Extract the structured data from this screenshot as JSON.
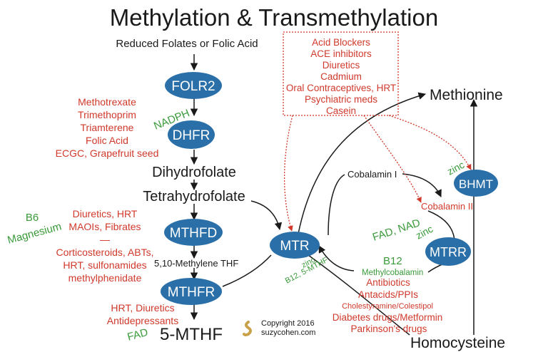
{
  "title": "Methylation & Transmethylation",
  "pathway": {
    "start": "Reduced Folates or Folic Acid",
    "dihydrofolate": "Dihydrofolate",
    "tetrahydrofolate": "Tetrahydrofolate",
    "methylene_thf": "5,10-Methylene THF",
    "mthf": "5-MTHF",
    "methionine": "Methionine",
    "homocysteine": "Homocysteine",
    "cobalamin_1": "Cobalamin I",
    "cobalamin_2": "Cobalamin II"
  },
  "enzymes": {
    "folr2": "FOLR2",
    "dhfr": "DHFR",
    "mthfd": "MTHFD",
    "mthfr": "MTHFR",
    "mtr": "MTR",
    "mtrr": "MTRR",
    "bhmt": "BHMT"
  },
  "cofactors": {
    "nadph": "NADPH",
    "b6": "B6",
    "magnesium": "Magnesium",
    "fad_mthfr": "FAD",
    "mtr_line1": "zinc,",
    "mtr_line2": "B12, 5-MTHF",
    "fad_nad": "FAD, NAD",
    "zinc_mtrr": "zinc",
    "zinc_bhmt": "zinc",
    "b12": "B12",
    "methylcobalamin": "Methylcobalamin"
  },
  "inhibitors": {
    "dhfr": [
      "Methotrexate",
      "Trimethoprim",
      "Triamterene",
      "Folic Acid",
      "ECGC, Grapefruit seed"
    ],
    "mthfd": [
      "Diuretics, HRT",
      "MAOIs, Fibrates",
      "—",
      "Corticosteroids, ABTs,",
      "HRT, sulfonamides",
      "methylphenidate"
    ],
    "mthfr": [
      "HRT, Diuretics",
      "Antidepressants"
    ],
    "box": [
      "Acid Blockers",
      "ACE inhibitors",
      "Diuretics",
      "Cadmium",
      "Oral Contraceptives, HRT",
      "Psychiatric meds",
      "Casein"
    ],
    "mtr": [
      "Antibiotics",
      "Antacids/PPIs",
      "Cholestyramine/Colestipol",
      "Diabetes drugs/Metformin",
      "Parkinson's drugs"
    ]
  },
  "copyright": {
    "line1": "Copyright 2016",
    "line2": "suzycohen.com"
  },
  "colors": {
    "enzyme_fill": "#2a6fa8",
    "inhibitor_red": "#d0392b",
    "cofactor_green": "#3a9a3a",
    "text_black": "#1a1a1a",
    "logo_gold": "#c9a14a"
  }
}
